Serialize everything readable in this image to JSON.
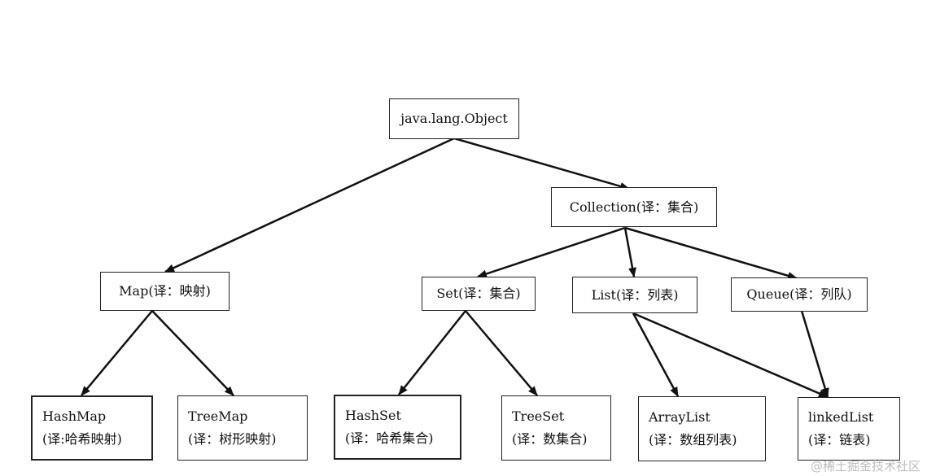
{
  "nodes": {
    "object": {
      "line1": "java.lang.Object"
    },
    "collection": {
      "line1": "Collection(译：集合)"
    },
    "map": {
      "line1": "Map(译：映射)"
    },
    "set": {
      "line1": "Set(译：集合)"
    },
    "list": {
      "line1": "List(译：列表)"
    },
    "queue": {
      "line1": "Queue(译：列队)"
    },
    "hashmap": {
      "line1": "HashMap",
      "line2": "(译:哈希映射)"
    },
    "treemap": {
      "line1": "TreeMap",
      "line2": "(译：树形映射)"
    },
    "hashset": {
      "line1": "HashSet",
      "line2": "(译：哈希集合)"
    },
    "treeset": {
      "line1": "TreeSet",
      "line2": "(译：数集合)"
    },
    "arraylist": {
      "line1": "ArrayList",
      "line2": "(译：数组列表)"
    },
    "linkedlist": {
      "line1": "linkedList",
      "line2": "(译：链表)"
    }
  },
  "edges": [
    {
      "from": "java.lang.Object",
      "to": "Collection(译：集合)"
    },
    {
      "from": "java.lang.Object",
      "to": "Map(译：映射)"
    },
    {
      "from": "Collection(译：集合)",
      "to": "Set(译：集合)"
    },
    {
      "from": "Collection(译：集合)",
      "to": "List(译：列表)"
    },
    {
      "from": "Collection(译：集合)",
      "to": "Queue(译：列队)"
    },
    {
      "from": "Map(译：映射)",
      "to": "HashMap"
    },
    {
      "from": "Map(译：映射)",
      "to": "TreeMap"
    },
    {
      "from": "Set(译：集合)",
      "to": "HashSet"
    },
    {
      "from": "Set(译：集合)",
      "to": "TreeSet"
    },
    {
      "from": "List(译：列表)",
      "to": "ArrayList"
    },
    {
      "from": "List(译：列表)",
      "to": "linkedList"
    },
    {
      "from": "Queue(译：列队)",
      "to": "linkedList"
    }
  ],
  "watermark": "@稀土掘金技术社区",
  "colors": {
    "line": "#111111",
    "border": "#222222",
    "watermark": "#bdbdbd"
  }
}
